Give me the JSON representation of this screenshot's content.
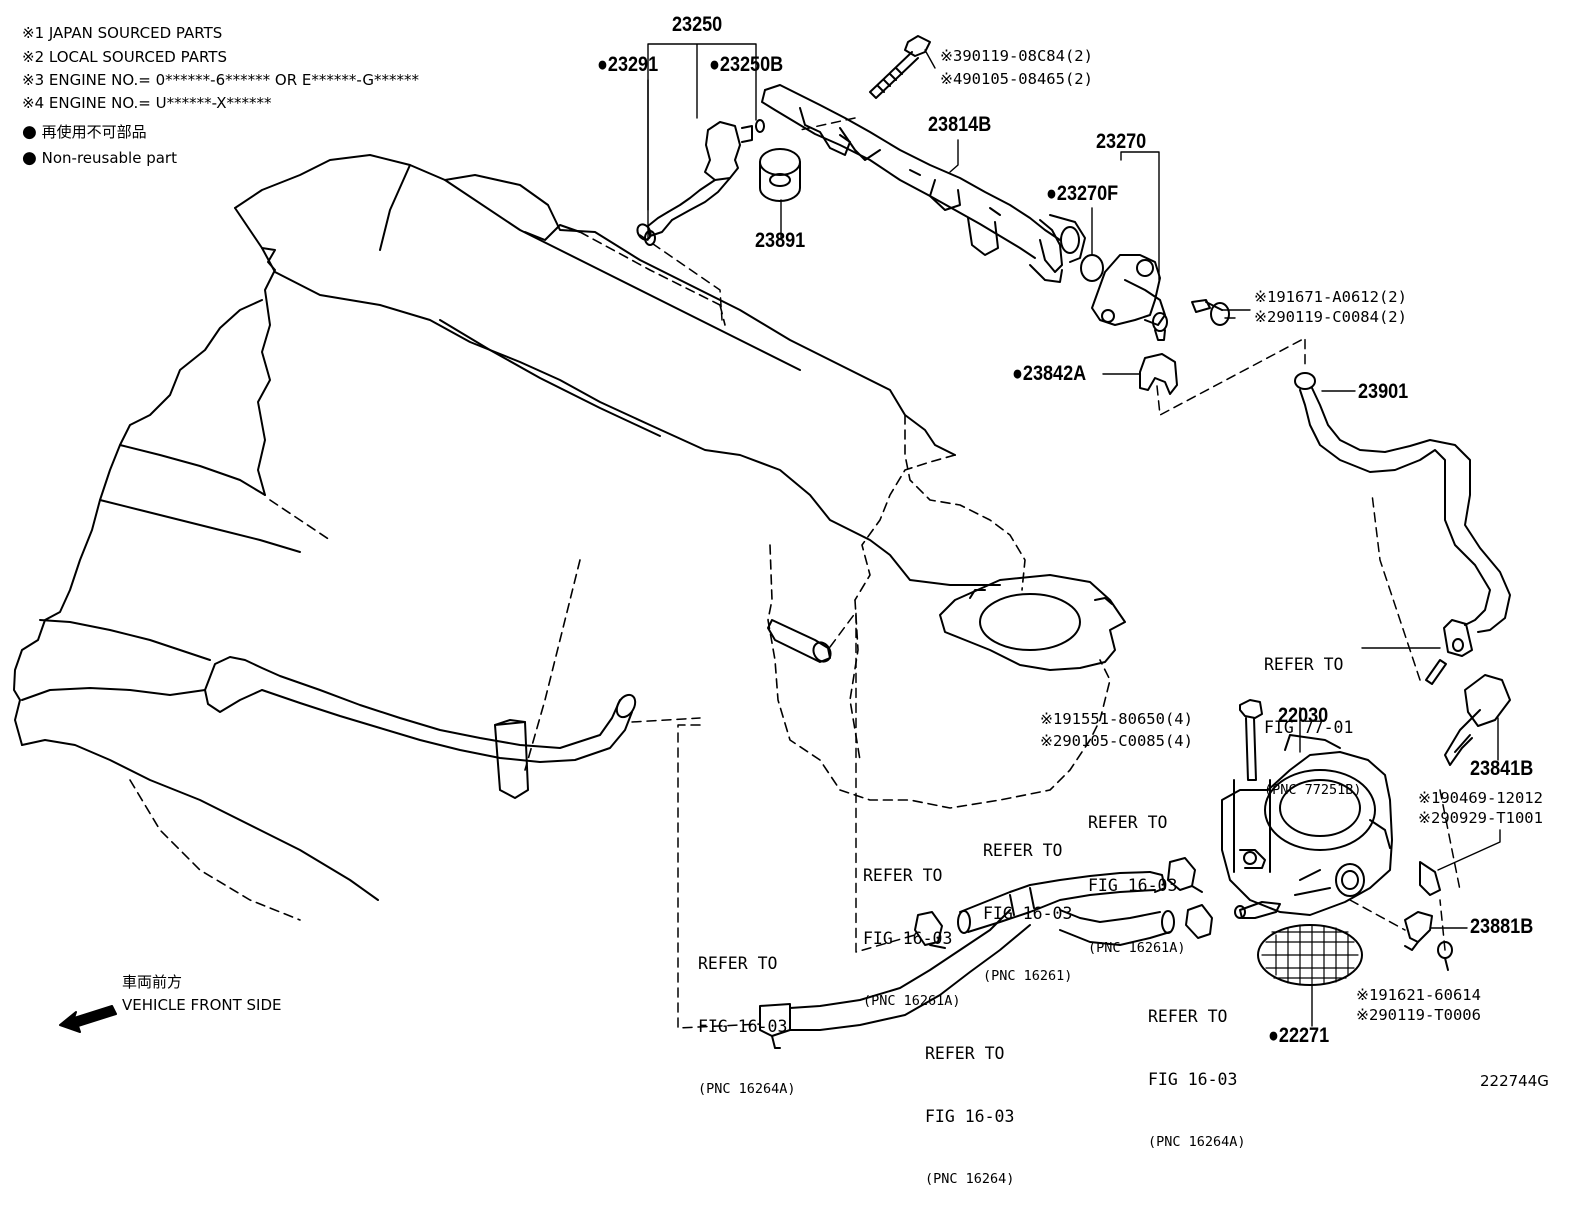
{
  "legend": {
    "note1": "※1 JAPAN SOURCED PARTS",
    "note2": "※2 LOCAL SOURCED PARTS",
    "note3": "※3 ENGINE NO.= 0******-6****** OR E******-G******",
    "note4": "※4 ENGINE NO.= U******-X******",
    "nonreusable_jp": "再使用不可部品",
    "nonreusable_en": "Non-reusable part"
  },
  "direction": {
    "jp": "車両前方",
    "en": "VEHICLE FRONT SIDE"
  },
  "figure_id": "222744G",
  "parts": {
    "p23250": "23250",
    "p23291": "23291",
    "p23250B": "23250B",
    "p23891": "23891",
    "p23814B": "23814B",
    "p23270": "23270",
    "p23270F": "23270F",
    "p23842A": "23842A",
    "p23901": "23901",
    "p22030": "22030",
    "p23841B": "23841B",
    "p23881B": "23881B",
    "p22271": "22271"
  },
  "codes": {
    "bolt_top_a": "※390119-08C84(2)",
    "bolt_top_b": "※490105-08465(2)",
    "bolt_mid_a": "※191671-A0612(2)",
    "bolt_mid_b": "※290119-C0084(2)",
    "bolt_tb_a": "※191551-80650(4)",
    "bolt_tb_b": "※290105-C0085(4)",
    "clip_a": "※190469-12012",
    "clip_b": "※290929-T1001",
    "screw_a": "※191621-60614",
    "screw_b": "※290119-T0006"
  },
  "refers": {
    "r77": {
      "l1": "REFER TO",
      "l2": "FIG 77-01",
      "pnc": "(PNC 77251B)"
    },
    "r16261A_top": {
      "l1": "REFER TO",
      "l2": "FIG 16-03",
      "pnc": "(PNC 16261A)"
    },
    "r16261": {
      "l1": "REFER TO",
      "l2": "FIG 16-03",
      "pnc": "(PNC 16261)"
    },
    "r16261A_left": {
      "l1": "REFER TO",
      "l2": "FIG 16-03",
      "pnc": "(PNC 16261A)"
    },
    "r16264A_left": {
      "l1": "REFER TO",
      "l2": "FIG 16-03",
      "pnc": "(PNC 16264A)"
    },
    "r16264": {
      "l1": "REFER TO",
      "l2": "FIG 16-03",
      "pnc": "(PNC 16264)"
    },
    "r16264A_right": {
      "l1": "REFER TO",
      "l2": "FIG 16-03",
      "pnc": "(PNC 16264A)"
    }
  }
}
